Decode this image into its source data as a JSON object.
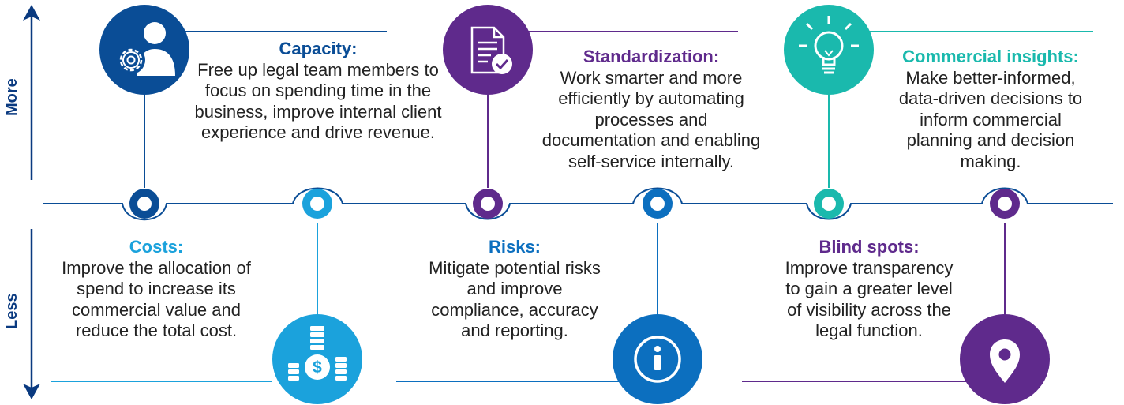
{
  "axis": {
    "more_label": "More",
    "less_label": "Less"
  },
  "colors": {
    "navy": "#0a4d96",
    "blue": "#0c6fbf",
    "cyan": "#1ba2dc",
    "purple": "#5f2a8c",
    "teal": "#1ab9ad",
    "axis": "#0a3a80"
  },
  "benefits": [
    {
      "id": "capacity",
      "position": "top",
      "title": "Capacity:",
      "title_color": "#0a4d96",
      "body": "Free up legal team members to focus on spending time in the business, improve internal client experience and drive revenue.",
      "icon": "person-gear-icon"
    },
    {
      "id": "standardization",
      "position": "top",
      "title": "Standardization:",
      "title_color": "#5f2a8c",
      "body": "Work smarter and more efficiently by automating processes and documentation and enabling self-service internally.",
      "icon": "document-check-icon"
    },
    {
      "id": "commercial-insights",
      "position": "top",
      "title": "Commercial insights:",
      "title_color": "#1ab9ad",
      "body": "Make better-informed, data-driven decisions to inform commercial planning and decision making.",
      "icon": "lightbulb-icon"
    },
    {
      "id": "costs",
      "position": "bottom",
      "title": "Costs:",
      "title_color": "#1ba2dc",
      "body": "Improve the allocation of spend to increase its commercial value and reduce the total cost.",
      "icon": "coin-stacks-dollar-icon"
    },
    {
      "id": "risks",
      "position": "bottom",
      "title": "Risks:",
      "title_color": "#0c6fbf",
      "body": "Mitigate potential risks and improve compliance, accuracy and reporting.",
      "icon": "info-icon"
    },
    {
      "id": "blind-spots",
      "position": "bottom",
      "title": "Blind spots:",
      "title_color": "#5f2a8c",
      "body": "Improve transparency to gain a greater level of visibility across the legal function.",
      "icon": "location-pin-icon"
    }
  ]
}
